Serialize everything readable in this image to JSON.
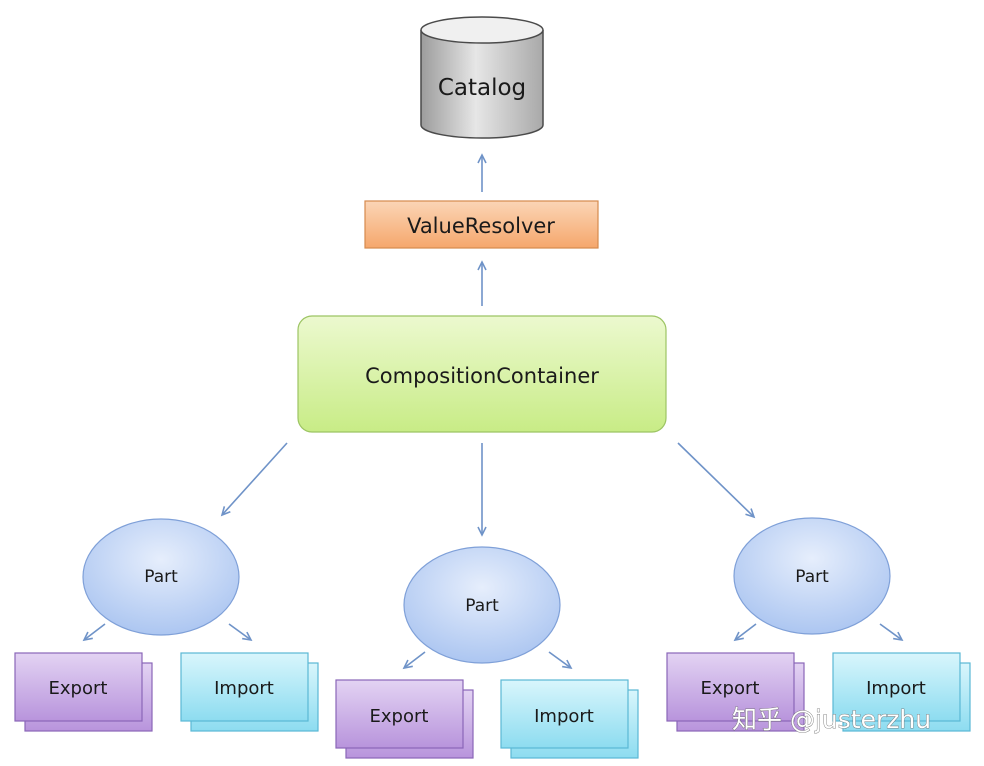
{
  "diagram": {
    "catalog": {
      "label": "Catalog"
    },
    "value_resolver": {
      "label": "ValueResolver"
    },
    "composition_container": {
      "label": "CompositionContainer"
    },
    "parts": [
      {
        "label": "Part",
        "export_label": "Export",
        "import_label": "Import"
      },
      {
        "label": "Part",
        "export_label": "Export",
        "import_label": "Import"
      },
      {
        "label": "Part",
        "export_label": "Export",
        "import_label": "Import"
      }
    ]
  },
  "watermark": {
    "text": "知乎 @justerzhu"
  },
  "colors": {
    "catalog_fill": "#c8c8c8",
    "value_resolver_fill": "#f7b98a",
    "container_fill": "#d8f2a6",
    "part_fill": "#c3d6f7",
    "export_fill": "#cdb2e6",
    "import_fill": "#a9e7f5",
    "arrow": "#6f93c8"
  }
}
